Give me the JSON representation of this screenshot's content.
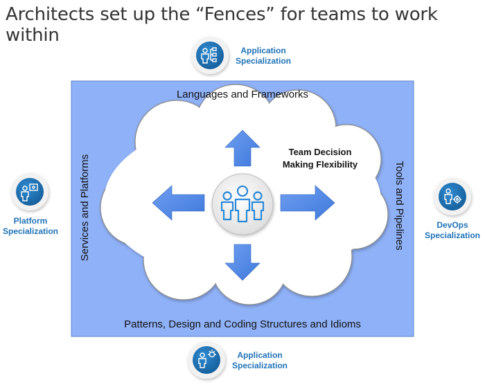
{
  "title": "Architects set up the “Fences” for teams to work within",
  "fences": {
    "top": "Languages and Frameworks",
    "bottom": "Patterns, Design and Coding Structures and Idioms",
    "left": "Services and Platforms",
    "right": "Tools and Pipelines"
  },
  "team_decision": {
    "line1": "Team Decision",
    "line2": "Making Flexibility"
  },
  "specializations": {
    "top": {
      "line1": "Application",
      "line2": "Specialization",
      "icon": "hierarchy-person-icon"
    },
    "bottom": {
      "line1": "Application",
      "line2": "Specialization",
      "icon": "idea-person-icon"
    },
    "left": {
      "line1": "Platform",
      "line2": "Specialization",
      "icon": "presenter-person-icon"
    },
    "right": {
      "line1": "DevOps",
      "line2": "Specialization",
      "icon": "gear-person-icon"
    }
  },
  "colors": {
    "box_fill": "#8fb1f7",
    "cloud_fill": "#ffffff",
    "arrow_fill": "#4a86e8",
    "badge_fill": "#1f73b7",
    "label_color": "#1f73b7"
  }
}
